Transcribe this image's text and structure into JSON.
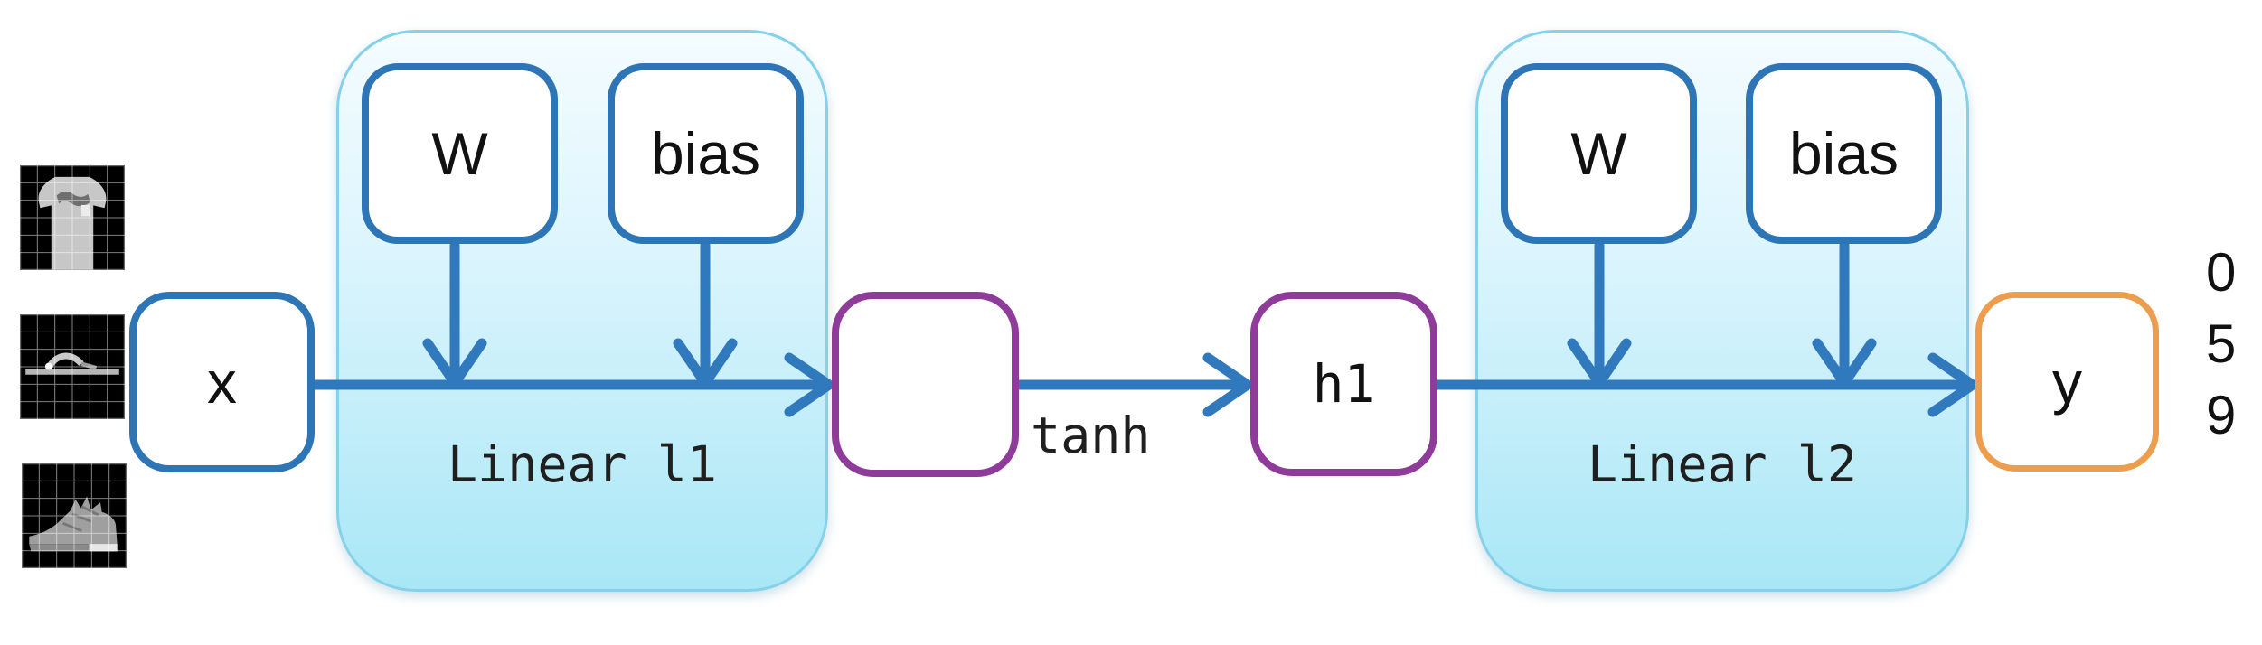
{
  "diagram": {
    "description": "two-layer neural network forward pass",
    "colors": {
      "node_border_blue": "#2e75b6",
      "node_border_purple": "#8e3b99",
      "node_border_orange": "#ec9d4d",
      "arrow_blue": "#3179bd",
      "container_border": "#86d1ea",
      "container_fill_top": "#f4fcff",
      "container_fill_bottom": "#a9e7f6",
      "label_text": "#1a1a1a"
    },
    "input_samples": [
      {
        "icon": "fashion-mnist-tshirt-thumbnail"
      },
      {
        "icon": "fashion-mnist-sandal-thumbnail"
      },
      {
        "icon": "fashion-mnist-sneaker-thumbnail"
      }
    ],
    "nodes": {
      "input": {
        "label": "x"
      },
      "layer1": {
        "label": "Linear l1",
        "params": [
          {
            "label": "W"
          },
          {
            "label": "bias"
          }
        ]
      },
      "preactivation": {
        "label": ""
      },
      "activation": {
        "label": "tanh"
      },
      "hidden": {
        "label": "h1"
      },
      "layer2": {
        "label": "Linear l2",
        "params": [
          {
            "label": "W"
          },
          {
            "label": "bias"
          }
        ]
      },
      "output": {
        "label": "y"
      }
    },
    "output_classes": [
      "0",
      "5",
      "9"
    ]
  }
}
